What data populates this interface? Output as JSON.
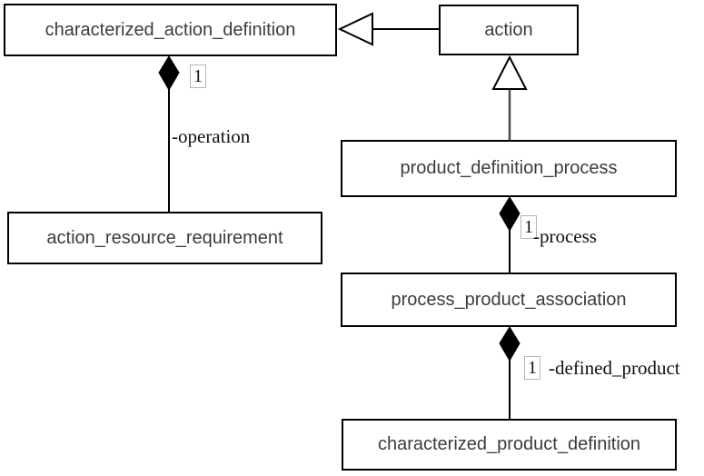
{
  "diagram": {
    "kind": "uml-class-diagram",
    "colors": {
      "background": "#ffffff",
      "node_border": "#000000",
      "node_fill": "#ffffff",
      "node_text": "#3c3c3c",
      "line": "#000000",
      "edge_label_text": "#111111",
      "multiplicity_box_border": "#b5b5b5"
    },
    "nodes": [
      {
        "id": "characterized_action_definition",
        "label": "characterized_action_definition"
      },
      {
        "id": "action",
        "label": "action"
      },
      {
        "id": "product_definition_process",
        "label": "product_definition_process"
      },
      {
        "id": "action_resource_requirement",
        "label": "action_resource_requirement"
      },
      {
        "id": "process_product_association",
        "label": "process_product_association"
      },
      {
        "id": "characterized_product_definition",
        "label": "characterized_product_definition"
      }
    ],
    "edges": {
      "action_to_characterized_action_definition": {
        "type": "generalization",
        "from": "action",
        "to": "characterized_action_definition"
      },
      "product_definition_process_to_action": {
        "type": "generalization",
        "from": "product_definition_process",
        "to": "action"
      },
      "operation": {
        "type": "composition",
        "from": "characterized_action_definition",
        "to": "action_resource_requirement",
        "multiplicity": "1",
        "role": "-operation"
      },
      "process": {
        "type": "composition",
        "from": "product_definition_process",
        "to": "process_product_association",
        "multiplicity": "1",
        "role": "-process"
      },
      "defined_product": {
        "type": "composition",
        "from": "process_product_association",
        "to": "characterized_product_definition",
        "multiplicity": "1",
        "role": "-defined_product"
      }
    }
  }
}
